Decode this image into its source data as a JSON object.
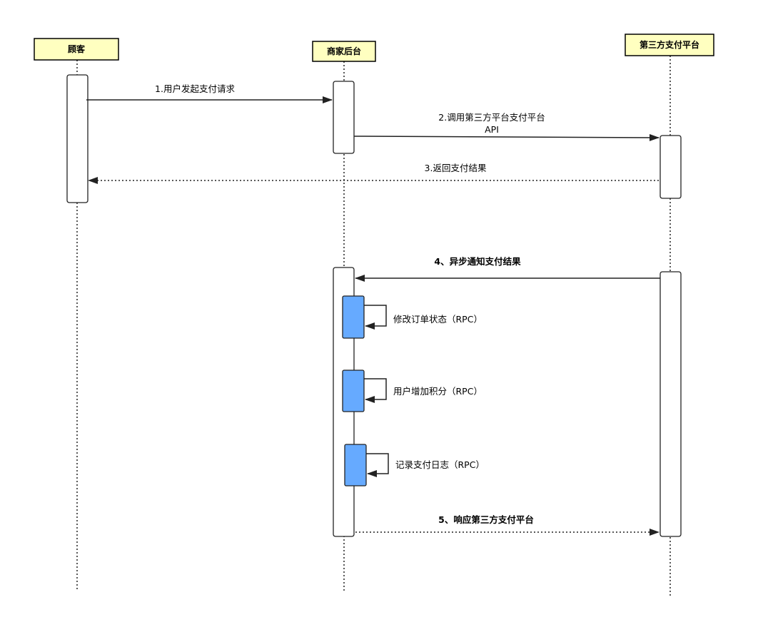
{
  "actors": {
    "customer": "顾客",
    "merchant": "商家后台",
    "third_party": "第三方支付平台"
  },
  "messages": {
    "m1": "1.用户发起支付请求",
    "m2_line1": "2.调用第三方平台支付平台",
    "m2_line2": "API",
    "m3": "3.返回支付结果",
    "m4": "4、异步通知支付结果",
    "s1": "修改订单状态（RPC）",
    "s2": "用户增加积分（RPC）",
    "s3": "记录支付日志（RPC）",
    "m5": "5、响应第三方支付平台"
  },
  "colors": {
    "actor_fill": "#ffffc0",
    "sub_activation_fill": "#66aaff"
  }
}
